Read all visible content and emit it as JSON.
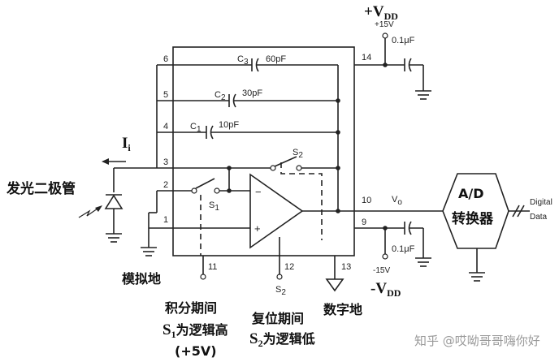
{
  "supply_top": {
    "label": "+V",
    "sub": "DD",
    "voltage": "+15V"
  },
  "supply_bottom": {
    "label": "-V",
    "sub": "DD",
    "voltage": "-15V"
  },
  "decoupling_cap_value": "0.1μF",
  "capacitors": [
    {
      "name": "C",
      "sub": "3",
      "value": "60pF"
    },
    {
      "name": "C",
      "sub": "2",
      "value": "30pF"
    },
    {
      "name": "C",
      "sub": "1",
      "value": "10pF"
    }
  ],
  "pins": [
    "6",
    "5",
    "4",
    "3",
    "2",
    "1",
    "14",
    "10",
    "9",
    "11",
    "12",
    "13"
  ],
  "switches": [
    {
      "name": "S",
      "sub": "1"
    },
    {
      "name": "S",
      "sub": "2"
    }
  ],
  "pin12_label": {
    "name": "S",
    "sub": "2"
  },
  "opamp": {
    "minus": "−",
    "plus": "+"
  },
  "current_label": {
    "name": "I",
    "sub": "i"
  },
  "output_label": {
    "name": "V",
    "sub": "o"
  },
  "photodiode_label": "发光二极管",
  "analog_ground_label": "模拟地",
  "digital_ground_label": "数字地",
  "integrate_label": {
    "line1": "积分期间",
    "line2_sym": "S",
    "line2_sub": "1",
    "line2_text": "为逻辑高",
    "line3": "(+5V)"
  },
  "reset_label": {
    "line1": "复位期间",
    "line2_sym": "S",
    "line2_sub": "2",
    "line2_text": "为逻辑低"
  },
  "adc": {
    "line1": "A/D",
    "line2": "转换器"
  },
  "digital_data": {
    "line1": "Digital",
    "line2": "Data"
  },
  "watermark": "知乎 @哎呦哥哥嗨你好"
}
